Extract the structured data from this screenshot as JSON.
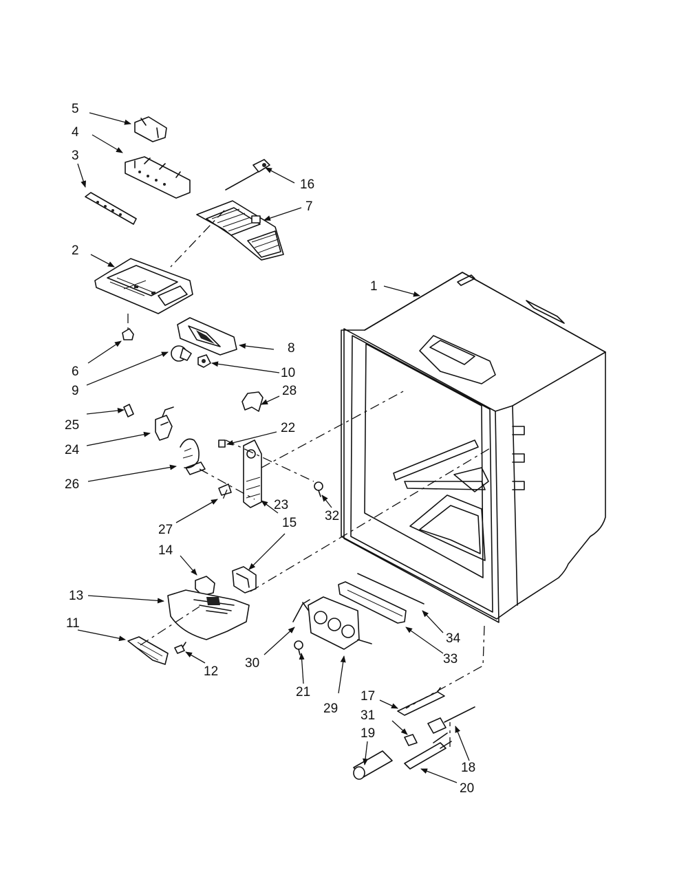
{
  "callouts": {
    "c1": "1",
    "c2": "2",
    "c3": "3",
    "c4": "4",
    "c5": "5",
    "c6": "6",
    "c7": "7",
    "c8": "8",
    "c9": "9",
    "c10": "10",
    "c11": "11",
    "c12": "12",
    "c13": "13",
    "c14": "14",
    "c15": "15",
    "c16": "16",
    "c17": "17",
    "c18": "18",
    "c19": "19",
    "c20": "20",
    "c21": "21",
    "c22": "22",
    "c23": "23",
    "c24": "24",
    "c25": "25",
    "c26": "26",
    "c27": "27",
    "c28": "28",
    "c29": "29",
    "c30": "30",
    "c31": "31",
    "c32": "32",
    "c33": "33",
    "c34": "34"
  }
}
